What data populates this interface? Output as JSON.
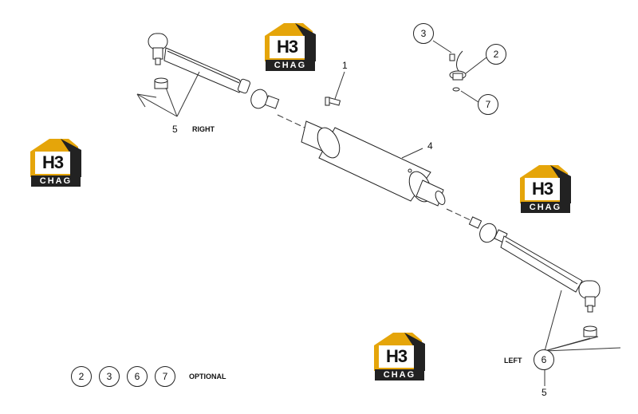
{
  "logo": {
    "mark": "H3",
    "text": "CHAG"
  },
  "labels": {
    "right": "RIGHT",
    "left": "LEFT",
    "optional": "OPTIONAL"
  },
  "callouts": {
    "c1": "1",
    "c2": "2",
    "c3": "3",
    "c4": "4",
    "c5_top": "5",
    "c5_bottom": "5",
    "c6": "6",
    "c7": "7"
  },
  "optional_items": [
    "2",
    "3",
    "6",
    "7"
  ]
}
